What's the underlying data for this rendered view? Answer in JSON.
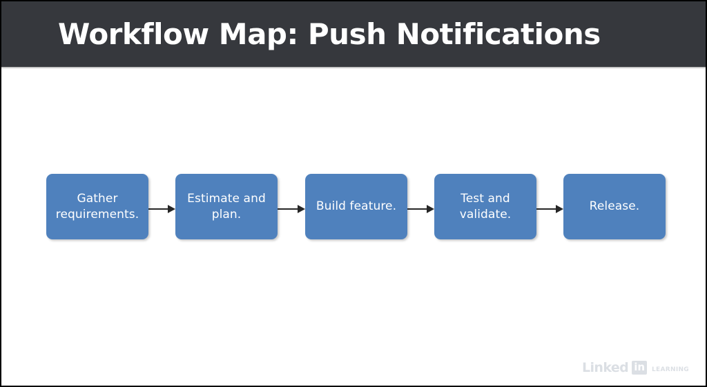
{
  "slide": {
    "title": "Workflow Map: Push Notifications",
    "header_bg": "#36383D",
    "title_color": "#FFFFFF",
    "body_bg": "#FFFFFF"
  },
  "diagram": {
    "type": "linear-flow",
    "node_fill": "#4F81BD",
    "node_text_color": "#FFFFFF",
    "arrow_color": "#262626",
    "nodes": [
      {
        "label": "Gather requirements."
      },
      {
        "label": "Estimate and plan."
      },
      {
        "label": "Build feature."
      },
      {
        "label": "Test and validate."
      },
      {
        "label": "Release."
      }
    ],
    "connectors": [
      {
        "from": "Gather requirements.",
        "to": "Estimate and plan."
      },
      {
        "from": "Estimate and plan.",
        "to": "Build feature."
      },
      {
        "from": "Build feature.",
        "to": "Test and validate."
      },
      {
        "from": "Test and validate.",
        "to": "Release."
      }
    ]
  },
  "watermark": {
    "brand": "Linked",
    "badge": "in",
    "product": "LEARNING"
  }
}
